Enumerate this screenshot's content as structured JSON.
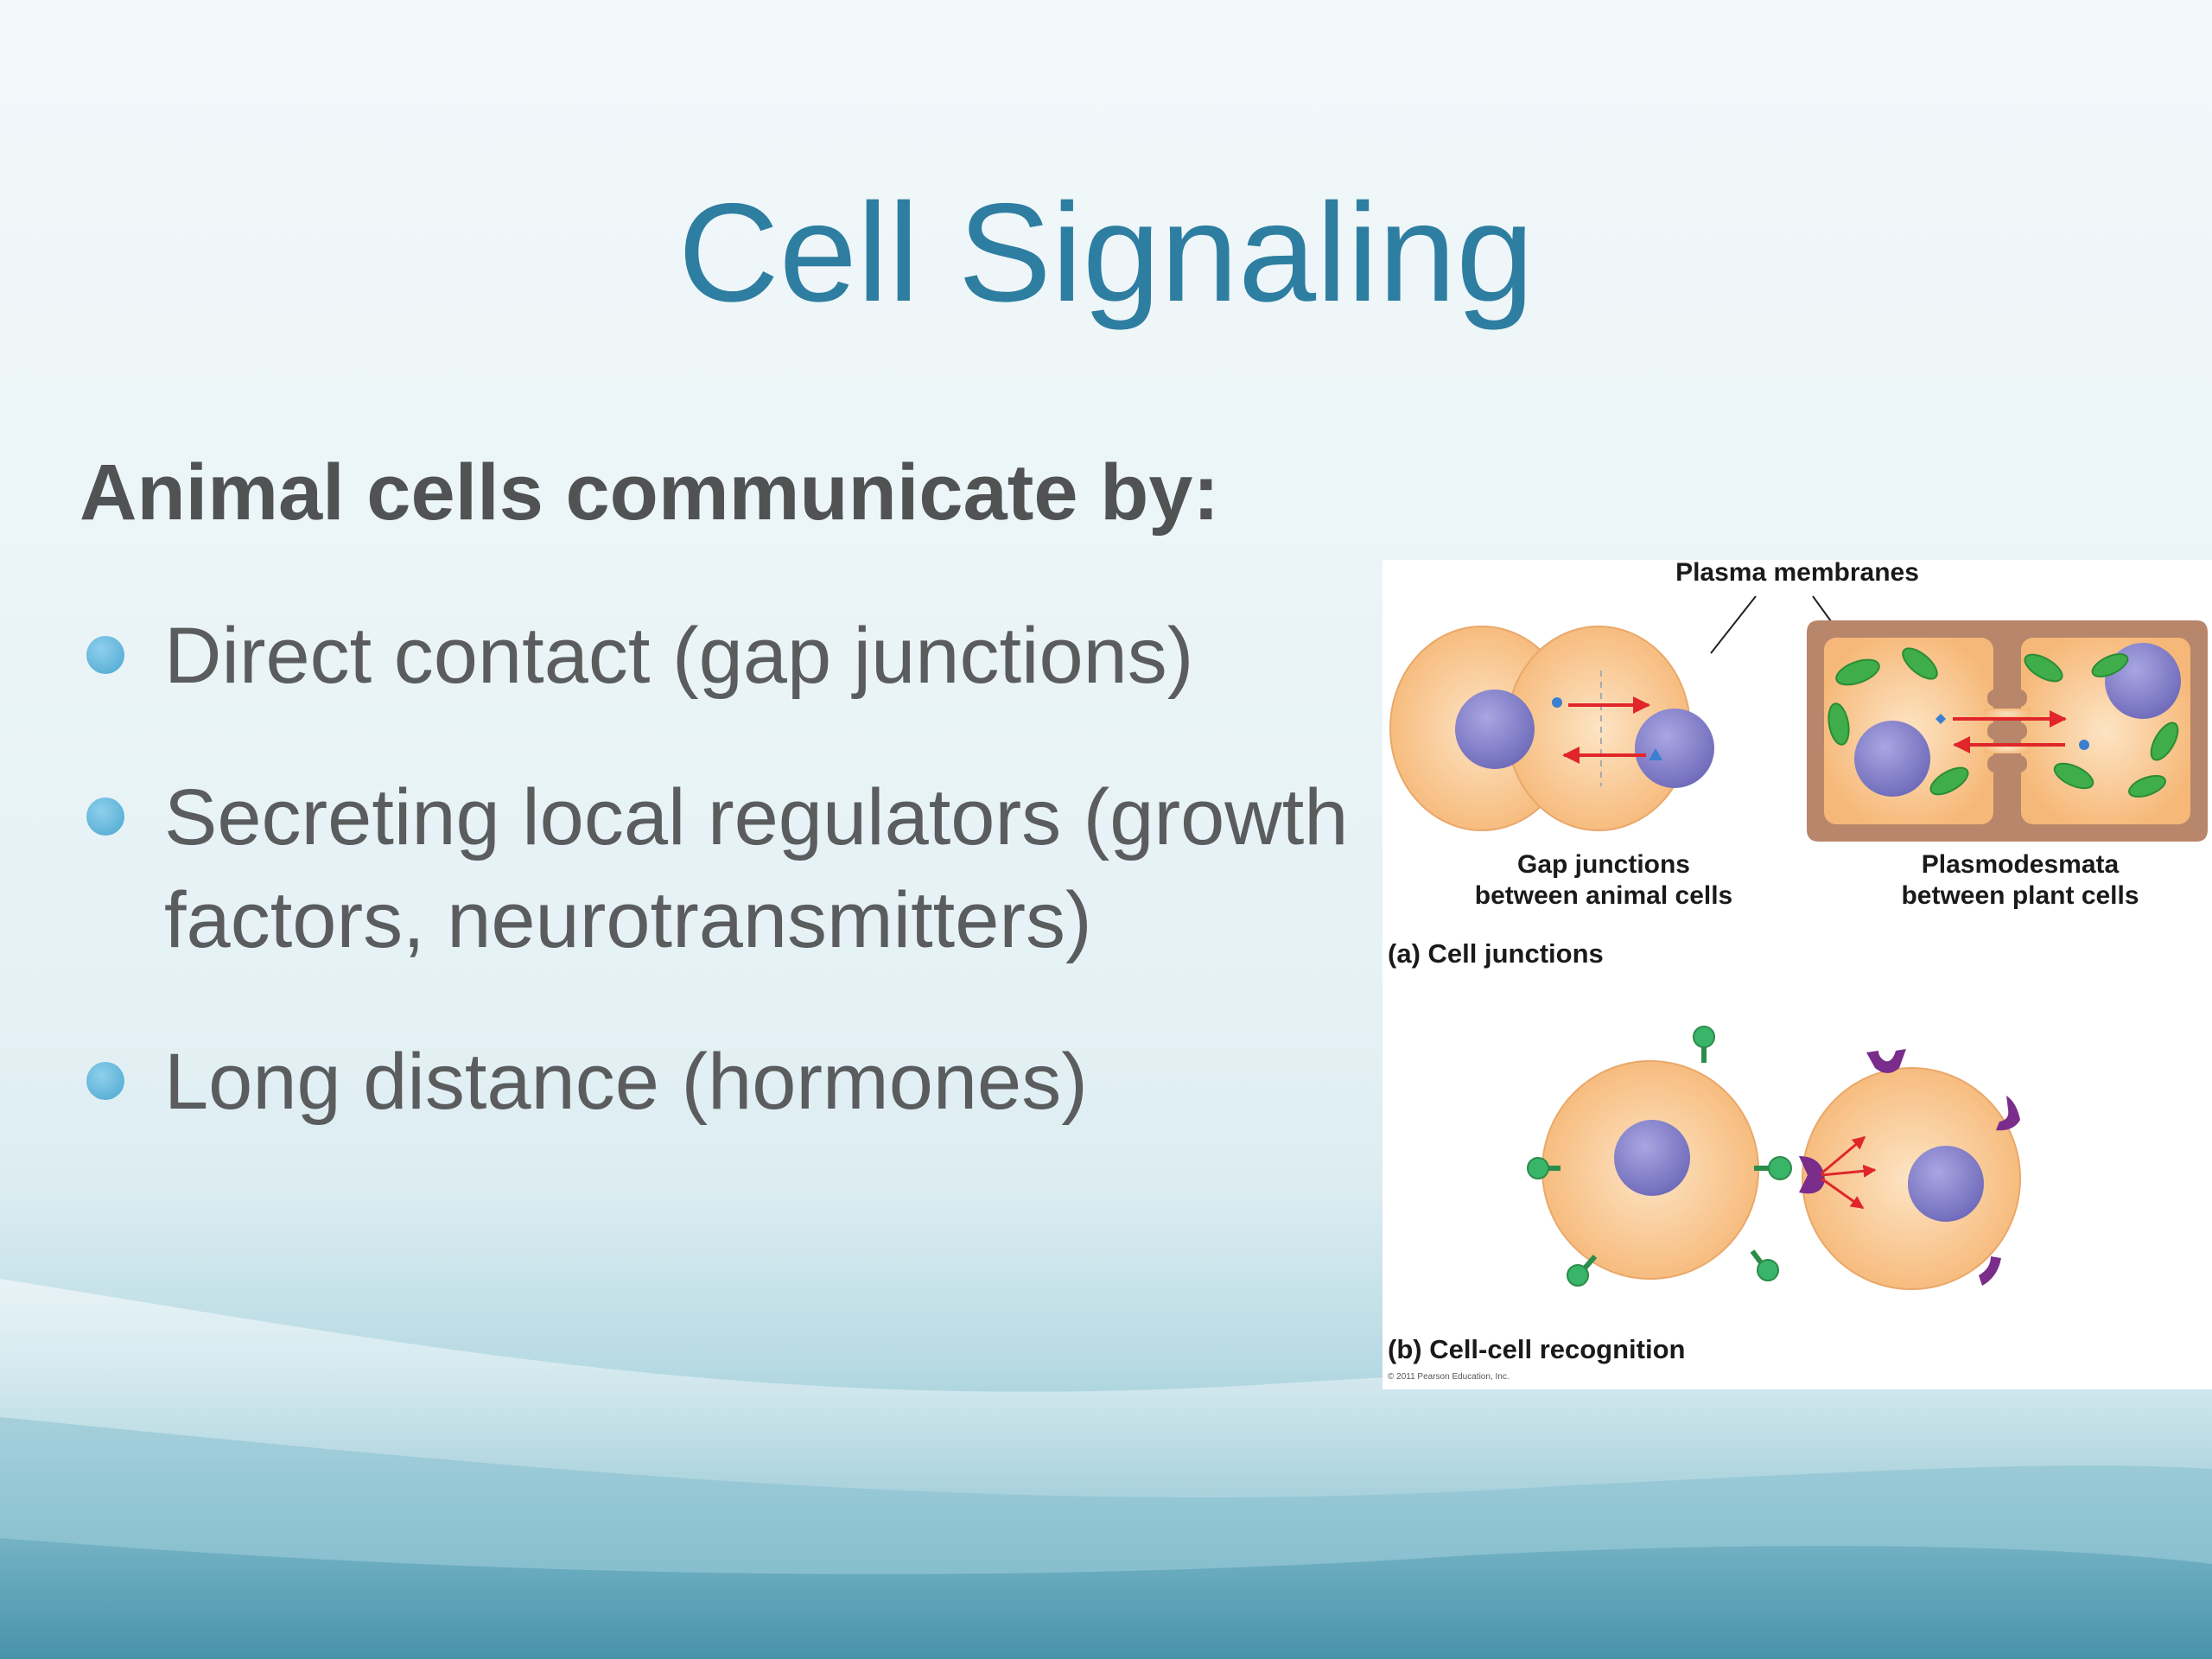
{
  "slide": {
    "title": "Cell Signaling",
    "subheading": "Animal cells communicate by:",
    "bullets": [
      {
        "text": "Direct contact (gap junctions)"
      },
      {
        "text": "Secreting local regulators (growth factors, neurotransmitters)"
      },
      {
        "text": "Long distance (hormones)"
      }
    ]
  },
  "figure": {
    "plasma_membranes_label": "Plasma membranes",
    "gap_label_line1": "Gap junctions",
    "gap_label_line2": "between animal cells",
    "plasmo_label_line1": "Plasmodesmata",
    "plasmo_label_line2": "between plant cells",
    "panel_a_label": "(a) Cell junctions",
    "panel_b_label": "(b) Cell-cell recognition",
    "copyright": "© 2011 Pearson Education, Inc."
  },
  "colors": {
    "title": "#2e7ea1",
    "subheading": "#505254",
    "bullet_text": "#5a5c5e",
    "bullet_dot": "#4aa6d0",
    "cell_fill": "#f9c48f",
    "nucleus": "#8a86cf",
    "chloroplast": "#3fae4a",
    "arrow": "#e0262b",
    "plant_wall": "#b8866a",
    "receptor": "#7a2d8a",
    "ligand": "#39b56a"
  }
}
